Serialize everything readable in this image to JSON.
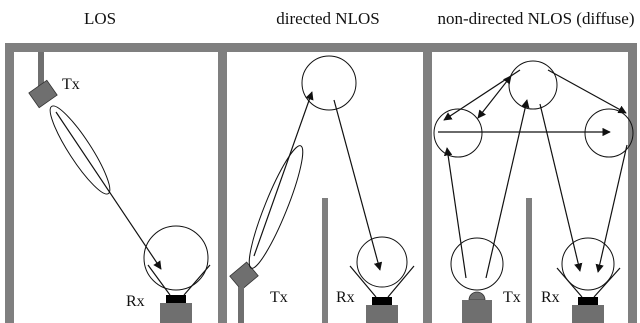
{
  "panels": [
    {
      "title": "LOS",
      "tx": "Tx",
      "rx": "Rx"
    },
    {
      "title": "directed NLOS",
      "tx": "Tx",
      "rx": "Rx"
    },
    {
      "title": "non-directed NLOS (diffuse)",
      "tx": "Tx",
      "rx": "Rx"
    }
  ],
  "colors": {
    "wall": "#7f7f7f",
    "device": "#6f6f6f",
    "line": "#111111",
    "receiver_chip": "#000000",
    "bg": "#ffffff"
  }
}
